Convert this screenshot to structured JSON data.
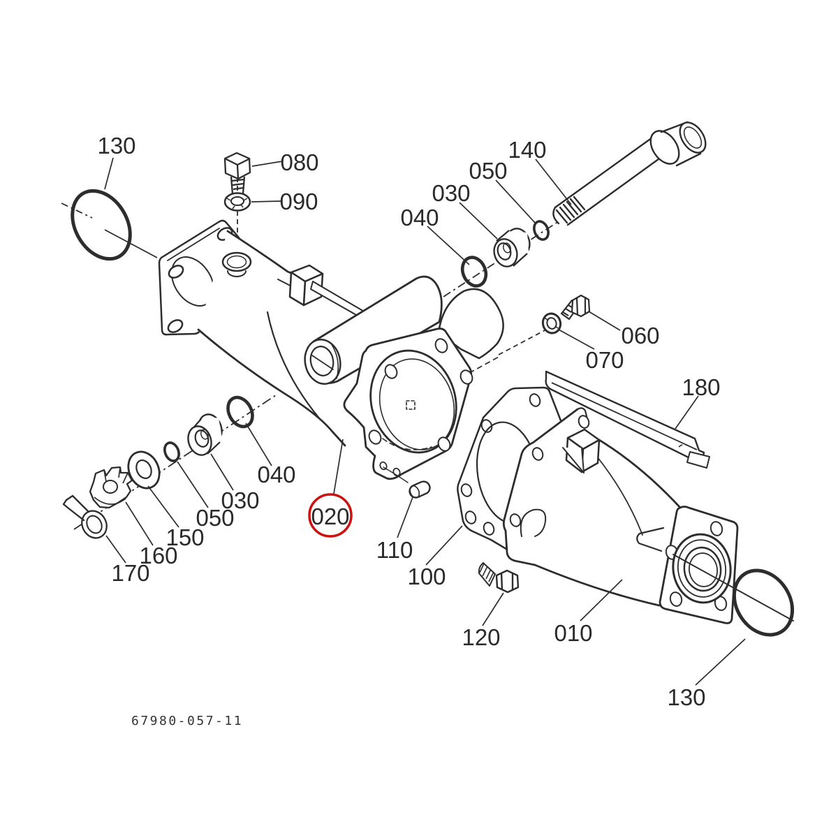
{
  "document": {
    "type": "exploded-parts-diagram",
    "subject": "gear-case-assembly",
    "drawing_number": "67980-057-11"
  },
  "colors": {
    "line": "#2d2d2d",
    "label": "#2a2a2a",
    "highlight": "#cc1111",
    "background": "#ffffff"
  },
  "highlight": {
    "ref": "020",
    "shape": "circle",
    "meaning": "selected-part"
  },
  "callouts": [
    {
      "text": "130",
      "part": "o-ring",
      "position": "top-left"
    },
    {
      "text": "080",
      "part": "plug-bolt",
      "position": "top"
    },
    {
      "text": "090",
      "part": "sealing-washer",
      "position": "top"
    },
    {
      "text": "040",
      "part": "o-ring",
      "position": "upper-right-chain"
    },
    {
      "text": "030",
      "part": "bushing",
      "position": "upper-right-chain"
    },
    {
      "text": "050",
      "part": "snap-ring",
      "position": "upper-right-chain"
    },
    {
      "text": "140",
      "part": "shaft-bolt",
      "position": "upper-right"
    },
    {
      "text": "060",
      "part": "plug",
      "position": "right"
    },
    {
      "text": "070",
      "part": "lock-washer",
      "position": "right"
    },
    {
      "text": "180",
      "part": "stay-bar",
      "position": "right"
    },
    {
      "text": "040",
      "part": "o-ring",
      "position": "left-chain"
    },
    {
      "text": "030",
      "part": "bushing",
      "position": "left-chain"
    },
    {
      "text": "050",
      "part": "snap-ring",
      "position": "left-chain"
    },
    {
      "text": "150",
      "part": "washer",
      "position": "left-chain"
    },
    {
      "text": "160",
      "part": "slotted-nut",
      "position": "left-chain"
    },
    {
      "text": "170",
      "part": "cotter-pin",
      "position": "left-chain"
    },
    {
      "text": "020",
      "part": "gear-case-housing",
      "position": "center",
      "highlighted": true
    },
    {
      "text": "110",
      "part": "dowel-pin",
      "position": "center"
    },
    {
      "text": "100",
      "part": "gasket",
      "position": "center"
    },
    {
      "text": "120",
      "part": "flange-bolt",
      "position": "bottom-center"
    },
    {
      "text": "010",
      "part": "axle-case",
      "position": "bottom-right"
    },
    {
      "text": "130",
      "part": "o-ring",
      "position": "bottom-right"
    }
  ]
}
